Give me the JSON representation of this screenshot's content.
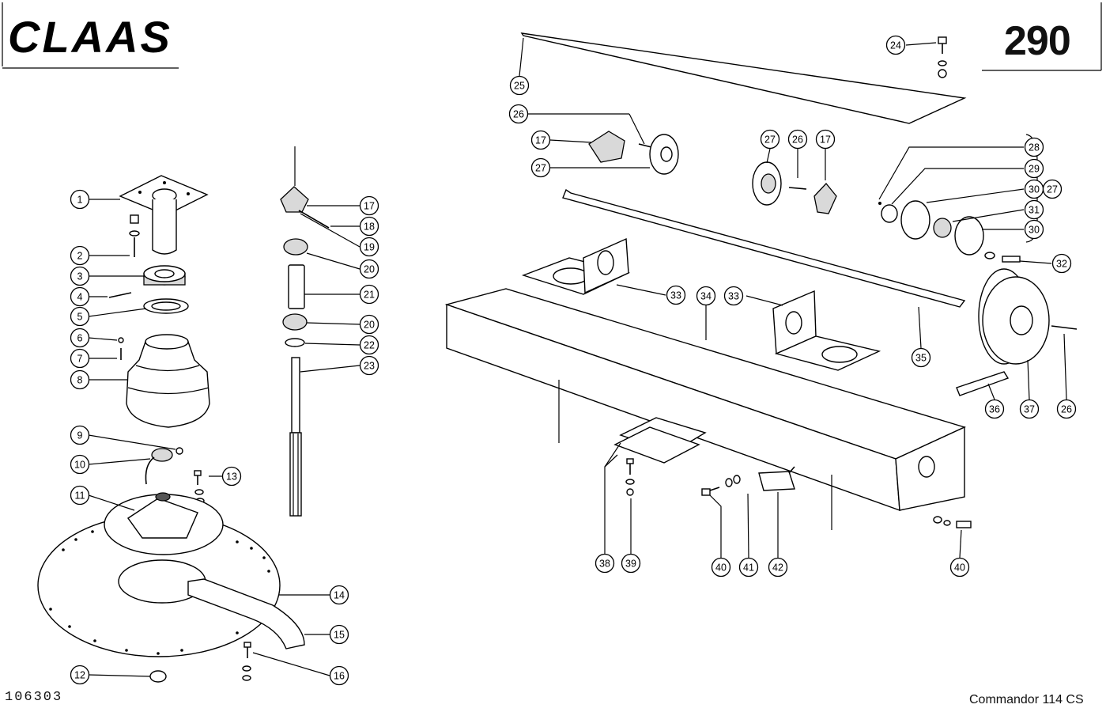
{
  "header": {
    "brand": "CLAAS",
    "page_number": "290"
  },
  "footer": {
    "drawing_number": "106303",
    "model": "Commandor 114 CS"
  },
  "callouts": [
    "1",
    "2",
    "3",
    "4",
    "5",
    "6",
    "7",
    "8",
    "9",
    "10",
    "11",
    "12",
    "13",
    "14",
    "15",
    "16",
    "17",
    "18",
    "19",
    "20",
    "21",
    "22",
    "23",
    "24",
    "25",
    "26",
    "27",
    "28",
    "29",
    "30",
    "31",
    "32",
    "33",
    "34",
    "35",
    "36",
    "37",
    "38",
    "39",
    "40",
    "41",
    "42"
  ],
  "icons": [
    "claas-logo-icon"
  ]
}
